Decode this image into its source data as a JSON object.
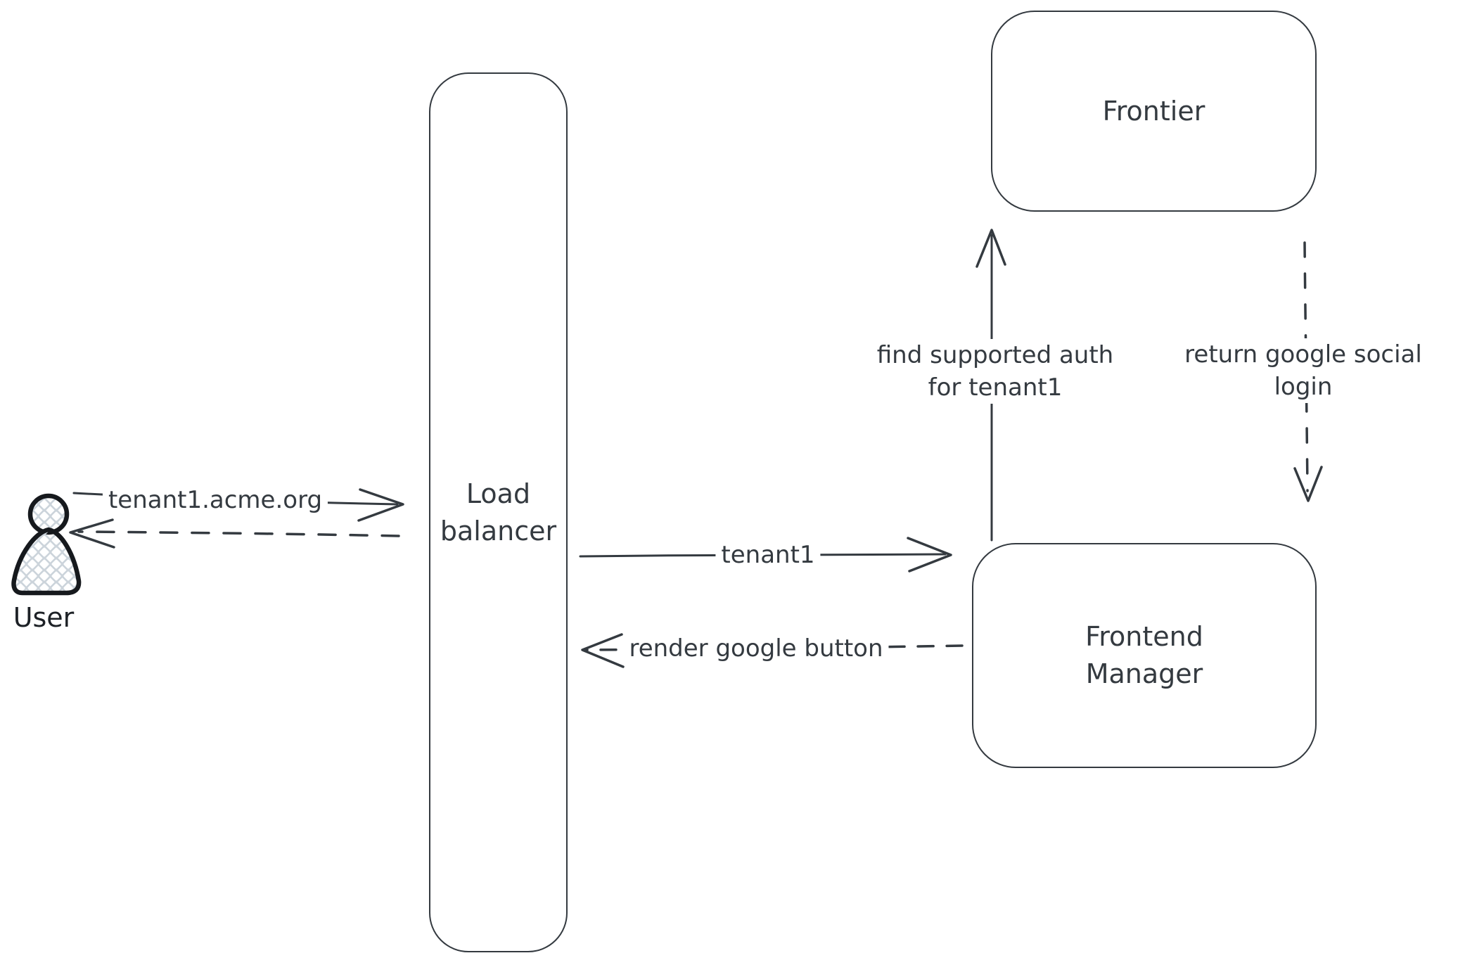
{
  "diagram": {
    "background_color": "#ffffff",
    "stroke_color": "#343a40",
    "user_icon_stroke_color": "#16191d",
    "user_icon_hatch_color": "#ccd4db"
  },
  "nodes": {
    "user": {
      "label": "User"
    },
    "load_balancer": {
      "lines": [
        "Load",
        "balancer"
      ]
    },
    "frontier": {
      "label": "Frontier"
    },
    "frontend_manager": {
      "lines": [
        "Frontend",
        "Manager"
      ]
    }
  },
  "edges": {
    "user_to_load_balancer": {
      "label": "tenant1.acme.org",
      "style": "solid",
      "direction": "right"
    },
    "load_balancer_to_user": {
      "label": "",
      "style": "dashed",
      "direction": "left"
    },
    "load_balancer_to_frontend_manager": {
      "label": "tenant1",
      "style": "solid",
      "direction": "right"
    },
    "frontend_manager_to_load_balancer": {
      "label": "render google button",
      "style": "dashed",
      "direction": "left"
    },
    "frontend_manager_to_frontier": {
      "lines": [
        "find supported auth",
        "for tenant1"
      ],
      "style": "solid",
      "direction": "up"
    },
    "frontier_to_frontend_manager": {
      "lines": [
        "return google social",
        "login"
      ],
      "style": "dashed",
      "direction": "down"
    }
  }
}
